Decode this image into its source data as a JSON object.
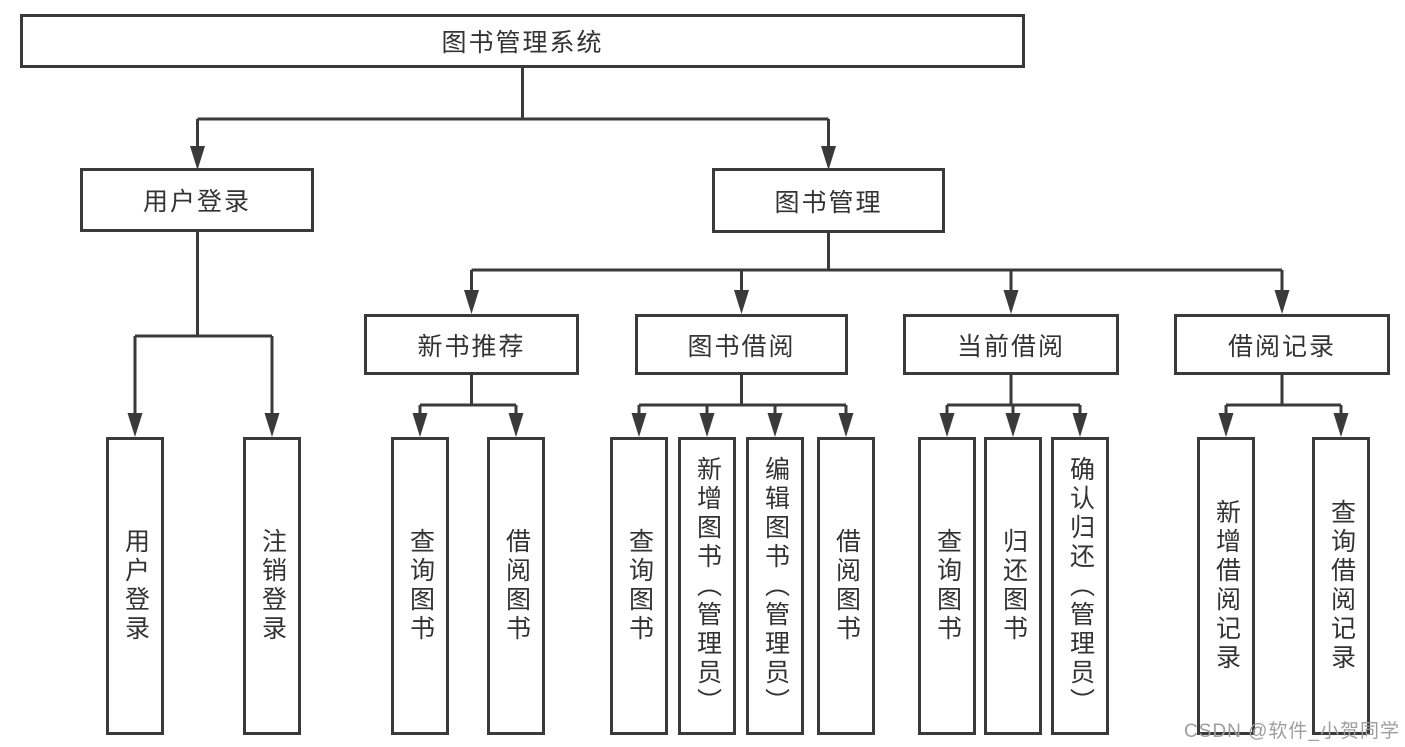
{
  "colors": {
    "line": "#3a3a3a",
    "text": "#333333",
    "background": "#ffffff",
    "watermark": "#9e9e9e"
  },
  "watermark": {
    "text": "CSDN @软件_小贺同学"
  },
  "tree": {
    "root": {
      "label": "图书管理系统",
      "children": [
        {
          "label": "用户登录",
          "children": [
            {
              "label": "用户登录"
            },
            {
              "label": "注销登录"
            }
          ]
        },
        {
          "label": "图书管理",
          "children": [
            {
              "label": "新书推荐",
              "children": [
                {
                  "label": "查询图书"
                },
                {
                  "label": "借阅图书"
                }
              ]
            },
            {
              "label": "图书借阅",
              "children": [
                {
                  "label": "查询图书"
                },
                {
                  "label": "新增图书（管理员）"
                },
                {
                  "label": "编辑图书（管理员）"
                },
                {
                  "label": "借阅图书"
                }
              ]
            },
            {
              "label": "当前借阅",
              "children": [
                {
                  "label": "查询图书"
                },
                {
                  "label": "归还图书"
                },
                {
                  "label": "确认归还（管理员）"
                }
              ]
            },
            {
              "label": "借阅记录",
              "children": [
                {
                  "label": "新增借阅记录"
                },
                {
                  "label": "查询借阅记录"
                }
              ]
            }
          ]
        }
      ]
    }
  }
}
